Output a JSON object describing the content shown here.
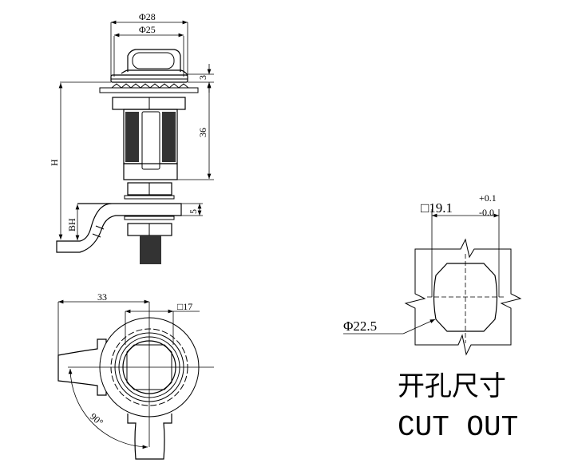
{
  "side_view": {
    "dim_outer_diameter": "Φ28",
    "dim_inner_diameter": "Φ25",
    "dim_flange": "3",
    "dim_body_length": "36",
    "dim_height": "H",
    "dim_cam_thickness": "5",
    "dim_cam_offset": "BH"
  },
  "top_view": {
    "dim_cam_length": "33",
    "dim_square": "□17",
    "dim_rotation": "90°"
  },
  "cutout": {
    "dim_square": "□19.1",
    "tol_upper": "+0.1",
    "tol_lower": "-0.0",
    "dim_diameter": "Φ22.5",
    "title_cn": "开孔尺寸",
    "title_en": "CUT OUT"
  },
  "colors": {
    "line": "#000000",
    "angle_text": "#c0504d"
  }
}
